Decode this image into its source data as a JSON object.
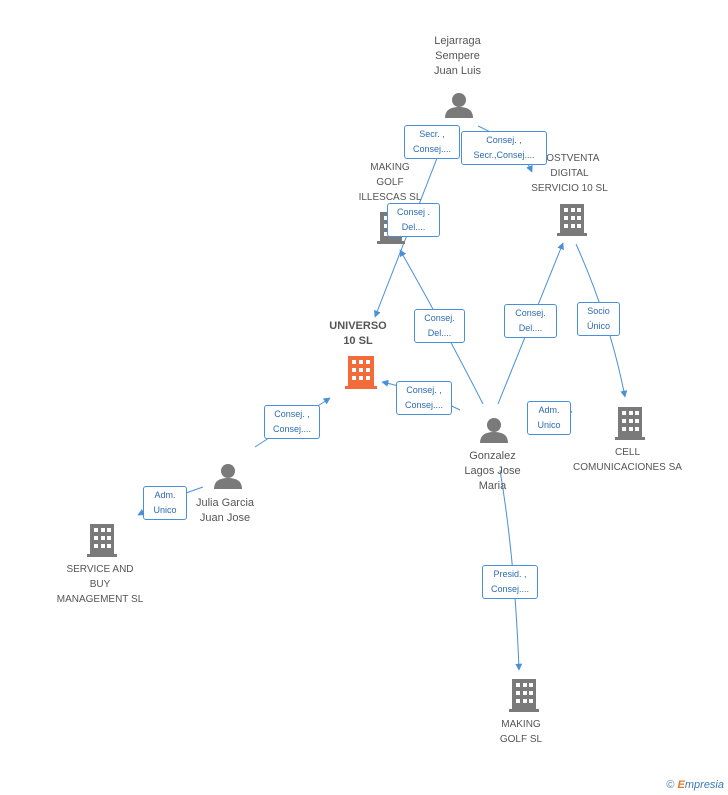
{
  "nodes": {
    "lejarraga": {
      "label": "Lejarraga\nSempere\nJuan Luis",
      "type": "person"
    },
    "making_illescas": {
      "label": "MAKING\nGOLF\nILLESCAS SL",
      "type": "company"
    },
    "postventa": {
      "label": "POSTVENTA\nDIGITAL\nSERVICIO 10 SL",
      "type": "company"
    },
    "universo": {
      "label": "UNIVERSO\n10 SL",
      "type": "focus-company"
    },
    "gonzalez": {
      "label": "Gonzalez\nLagos Jose\nMaria",
      "type": "person"
    },
    "cell": {
      "label": "CELL\nCOMUNICACIONES SA",
      "type": "company"
    },
    "julia": {
      "label": "Julia Garcia\nJuan Jose",
      "type": "person"
    },
    "service": {
      "label": "SERVICE AND\nBUY\nMANAGEMENT SL",
      "type": "company"
    },
    "making_golf": {
      "label": "MAKING\nGOLF SL",
      "type": "company"
    }
  },
  "edges": {
    "e1": "Secr. ,\nConsej....",
    "e2": "Consej. ,\nSecr.,Consej....",
    "e3": "Consej .\nDel....",
    "e4": "Consej.\nDel....",
    "e5": "Consej.\nDel....",
    "e6": "Socio\nÚnico",
    "e7": "Consej. ,\nConsej....",
    "e8": "Adm.\nUnico",
    "e9": "Consej. ,\nConsej....",
    "e10": "Adm.\nUnico",
    "e11": "Presid. ,\nConsej...."
  },
  "colors": {
    "edge": "#4a90d9",
    "icon": "#7a7a7a",
    "focus": "#f26b38"
  },
  "footer": {
    "copyright": "©",
    "brand_e": "E",
    "brand_rest": "mpresia"
  }
}
